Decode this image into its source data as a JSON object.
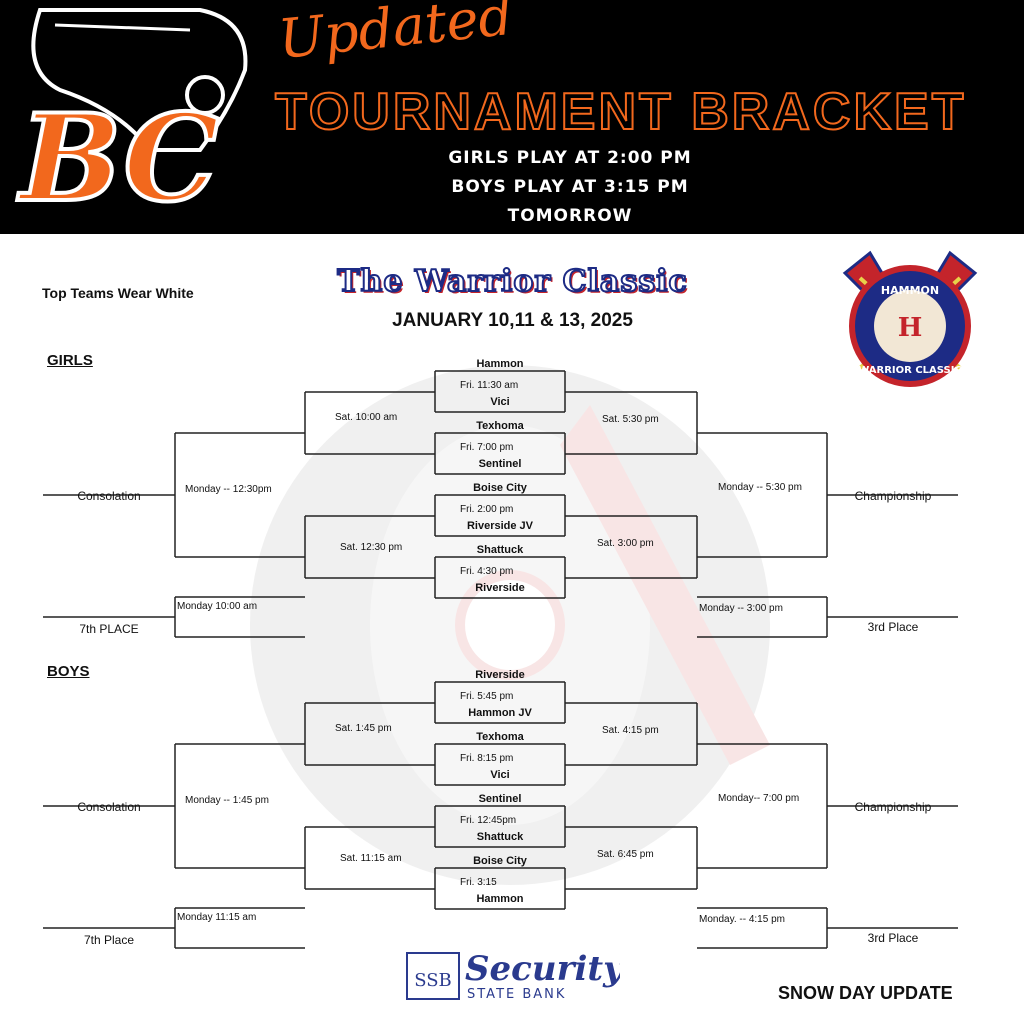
{
  "header": {
    "updated": "Updated",
    "title": "TOURNAMENT BRACKET",
    "lines": [
      "GIRLS PLAY AT 2:00 PM",
      "BOYS PLAY AT 3:15 PM",
      "TOMORROW"
    ],
    "logo_text": "BC",
    "colors": {
      "accent": "#f2681d",
      "background": "#000000"
    }
  },
  "event": {
    "title": "The Warrior Classic",
    "dates": "JANUARY 10,11 & 13, 2025",
    "note": "Top Teams Wear White",
    "logo_text_top": "HAMMON",
    "logo_text_bottom": "WARRIOR CLASSIC",
    "logo_letter": "H"
  },
  "girls": {
    "heading": "GIRLS",
    "teams": [
      "Hammon",
      "Vici",
      "Texhoma",
      "Sentinel",
      "Boise City",
      "Riverside JV",
      "Shattuck",
      "Riverside"
    ],
    "fri_times": [
      "Fri. 11:30 am",
      "Fri. 7:00 pm",
      "Fri. 2:00 pm",
      "Fri. 4:30 pm"
    ],
    "sat_left": [
      "Sat.  10:00 am",
      "Sat. 12:30 pm"
    ],
    "sat_right": [
      "Sat. 5:30 pm",
      "Sat. 3:00 pm"
    ],
    "mon_left": "Monday -- 12:30pm",
    "mon_right": "Monday -- 5:30 pm",
    "consolation": "Consolation",
    "championship": "Championship",
    "seventh_time": "Monday 10:00 am",
    "seventh": "7th PLACE",
    "third_time": "Monday -- 3:00 pm",
    "third": "3rd Place"
  },
  "boys": {
    "heading": "BOYS",
    "teams": [
      "Riverside",
      "Hammon JV",
      "Texhoma",
      "Vici",
      "Sentinel",
      "Shattuck",
      "Boise City",
      "Hammon"
    ],
    "fri_times": [
      "Fri. 5:45 pm",
      "Fri. 8:15 pm",
      "Fri. 12:45pm",
      "Fri. 3:15"
    ],
    "sat_left": [
      "Sat.  1:45 pm",
      "Sat. 11:15 am"
    ],
    "sat_right": [
      "Sat. 4:15 pm",
      "Sat. 6:45 pm"
    ],
    "mon_left": "Monday -- 1:45 pm",
    "mon_right": "Monday-- 7:00 pm",
    "consolation": "Consolation",
    "championship": "Championship",
    "seventh_time": "Monday 11:15 am",
    "seventh": "7th Place",
    "third_time": "Monday. -- 4:15 pm",
    "third": "3rd Place"
  },
  "sponsor": {
    "monogram": "SSB",
    "name": "Security",
    "sub": "STATE BANK"
  },
  "footer_note": "SNOW DAY UPDATE"
}
